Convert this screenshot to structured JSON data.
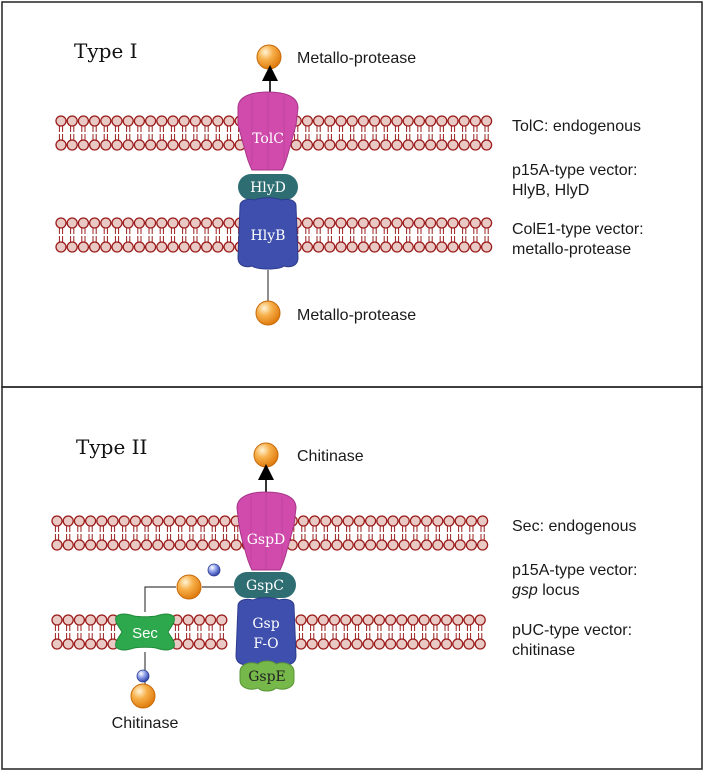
{
  "colors": {
    "lipid_head": "#e9c9c4",
    "lipid_edge": "#9b1c1c",
    "tolc_gspd": "#d04bab",
    "hly_d_gspc": "#2e6e73",
    "hlyb_gsp": "#3e4fae",
    "gspe": "#76b84a",
    "sec": "#2ea84c",
    "cargo": "#f59b2a",
    "small_ball": "#5a6fd0"
  },
  "panel1": {
    "title": "Type I",
    "cargo_top_label": "Metallo-protease",
    "cargo_bottom_label": "Metallo-protease",
    "proteins": {
      "outer": "TolC",
      "middle": "HlyD",
      "inner": "HlyB"
    },
    "notes": {
      "n1": "TolC: endogenous",
      "n2_line1": "p15A-type vector:",
      "n2_line2": "HlyB, HlyD",
      "n3_line1": "ColE1-type vector:",
      "n3_line2": "metallo-protease"
    }
  },
  "panel2": {
    "title": "Type II",
    "cargo_top_label": "Chitinase",
    "cargo_bottom_label": "Chitinase",
    "proteins": {
      "outer": "GspD",
      "middle": "GspC",
      "inner_line1": "Gsp",
      "inner_line2": "F-O",
      "bottom": "GspE",
      "sec": "Sec"
    },
    "notes": {
      "n1": "Sec: endogenous",
      "n2_line1": "p15A-type vector:",
      "n2_line2_italic": "gsp",
      "n2_line2_rest": " locus",
      "n3_line1": "pUC-type vector:",
      "n3_line2": "chitinase"
    }
  }
}
